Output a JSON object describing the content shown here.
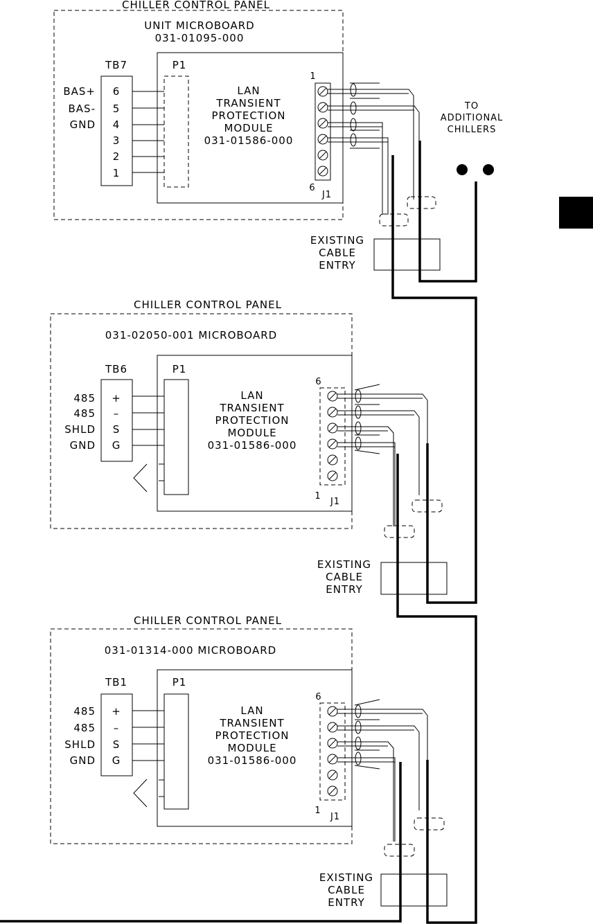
{
  "panels": [
    {
      "title": "CHILLER CONTROL PANEL",
      "microboard_lines": [
        "UNIT MICROBOARD",
        "031-01095-000"
      ],
      "terminal_block": "TB7",
      "terminal_labels": [
        "BAS+",
        "BAS-",
        "GND"
      ],
      "terminal_numbers": [
        "6",
        "5",
        "4",
        "3",
        "2",
        "1"
      ],
      "connector": "P1",
      "module_lines": [
        "LAN",
        "TRANSIENT",
        "PROTECTION",
        "MODULE",
        "031-01586-000"
      ],
      "pin_top": "1",
      "pin_bottom": "6",
      "jack": "J1"
    },
    {
      "title": "CHILLER CONTROL PANEL",
      "microboard_lines": [
        "031-02050-001  MICROBOARD"
      ],
      "terminal_block": "TB6",
      "terminal_labels": [
        "485",
        "485",
        "SHLD",
        "GND"
      ],
      "terminal_numbers": [
        "+",
        "–",
        "S",
        "G"
      ],
      "connector": "P1",
      "module_lines": [
        "LAN",
        "TRANSIENT",
        "PROTECTION",
        "MODULE",
        "031-01586-000"
      ],
      "pin_top": "6",
      "pin_bottom": "1",
      "jack": "J1"
    },
    {
      "title": "CHILLER CONTROL PANEL",
      "microboard_lines": [
        "031-01314-000 MICROBOARD"
      ],
      "terminal_block": "TB1",
      "terminal_labels": [
        "485",
        "485",
        "SHLD",
        "GND"
      ],
      "terminal_numbers": [
        "+",
        "–",
        "S",
        "G"
      ],
      "connector": "P1",
      "module_lines": [
        "LAN",
        "TRANSIENT",
        "PROTECTION",
        "MODULE",
        "031-01586-000"
      ],
      "pin_top": "6",
      "pin_bottom": "1",
      "jack": "J1"
    }
  ],
  "cable_entry_lines": [
    "EXISTING",
    "CABLE",
    "ENTRY"
  ],
  "additional_lines": [
    "TO",
    "ADDITIONAL",
    "CHILLERS"
  ],
  "colors": {
    "ink": "#000000",
    "background": "#ffffff"
  }
}
